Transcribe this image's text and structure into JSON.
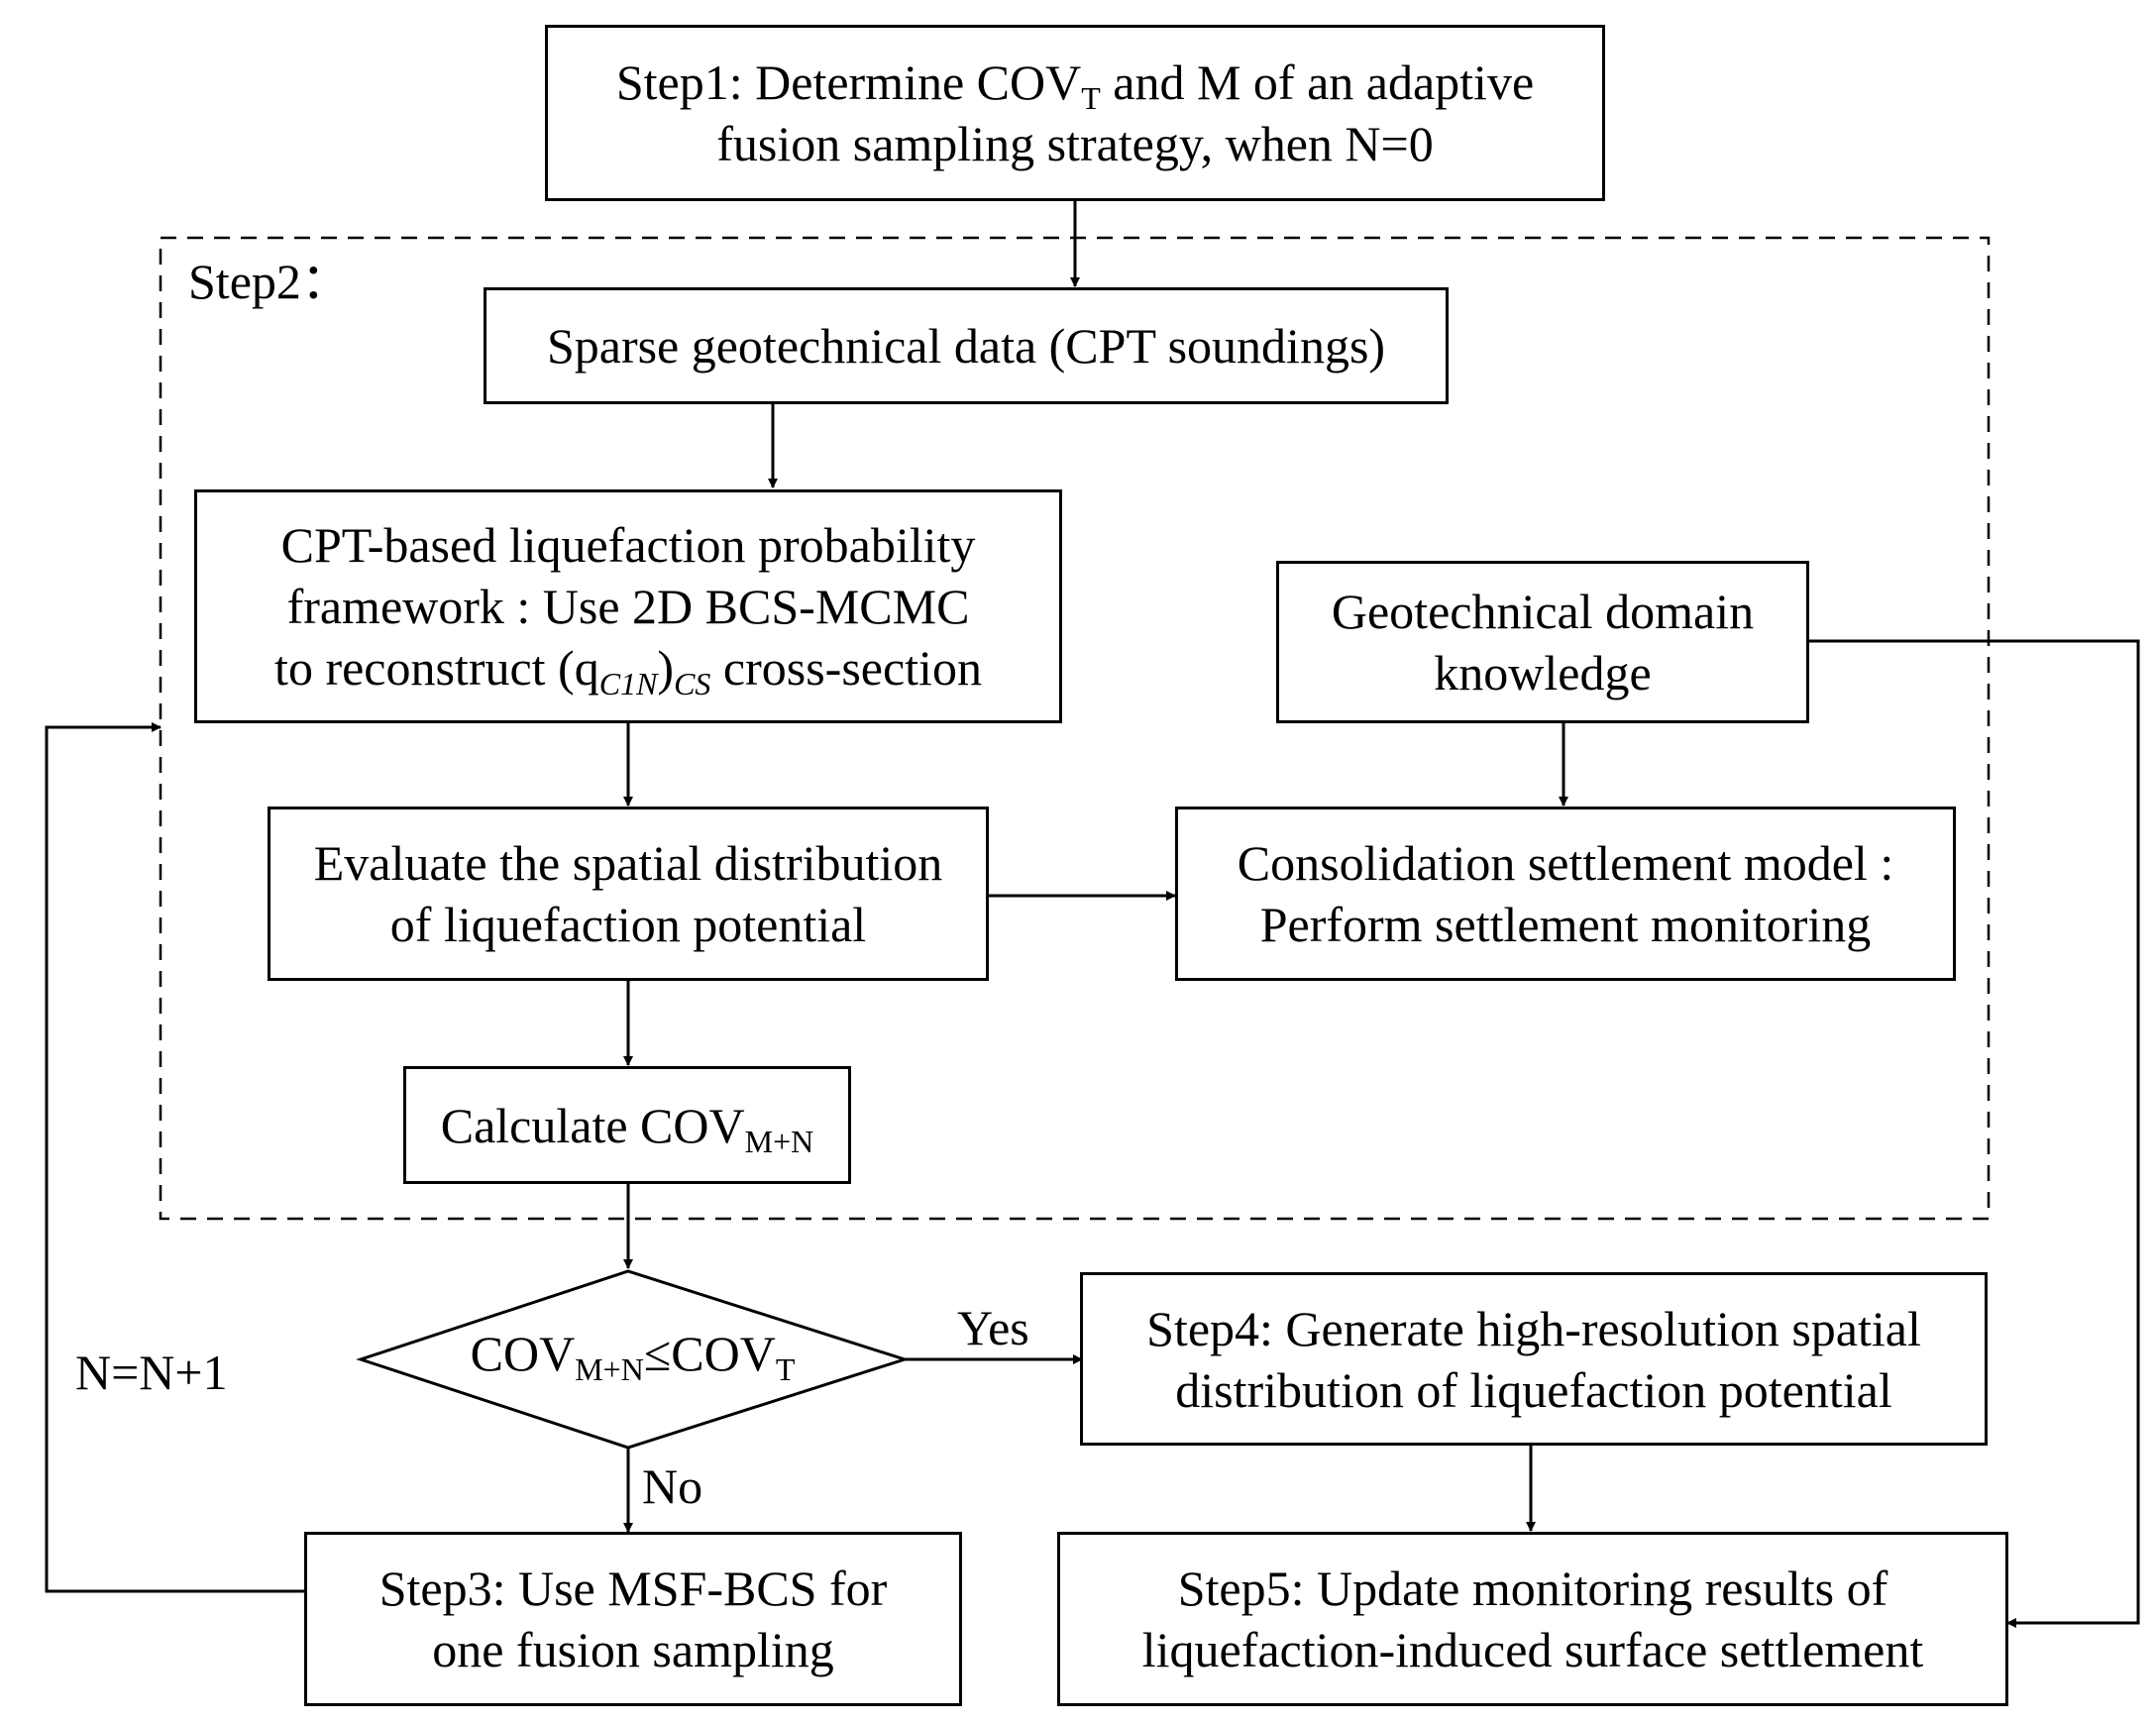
{
  "step1": {
    "l1_a": "Step1: Determine COV",
    "l1_sub": "T",
    "l1_b": " and M of an adaptive",
    "l2": "fusion sampling strategy, when N=0"
  },
  "step2_label": "Step2：",
  "sparse": "Sparse geotechnical data (CPT soundings)",
  "cpt": {
    "l1": "CPT-based liquefaction probability",
    "l2": "framework : Use 2D BCS-MCMC",
    "l3_a": "to reconstruct (q",
    "l3_sub1": "C1N",
    "l3_mid": ")",
    "l3_sub2": "CS",
    "l3_b": " cross-section"
  },
  "geo": {
    "l1": "Geotechnical domain",
    "l2": "knowledge"
  },
  "eval": {
    "l1": "Evaluate the spatial distribution",
    "l2": "of liquefaction potential"
  },
  "consol": {
    "l1": "Consolidation settlement model :",
    "l2": "Perform settlement monitoring"
  },
  "calc": {
    "a": "Calculate COV",
    "sub": "M+N"
  },
  "decision": {
    "a": "COV",
    "sub1": "M+N",
    "b": "≤COV",
    "sub2": "T"
  },
  "yes": "Yes",
  "no": "No",
  "loop": "N=N+1",
  "step3": {
    "l1": "Step3: Use MSF-BCS for",
    "l2": "one fusion sampling"
  },
  "step4": {
    "l1": "Step4: Generate high-resolution spatial",
    "l2": "distribution of liquefaction potential"
  },
  "step5": {
    "l1": "Step5: Update monitoring results of",
    "l2": "liquefaction-induced surface settlement"
  }
}
